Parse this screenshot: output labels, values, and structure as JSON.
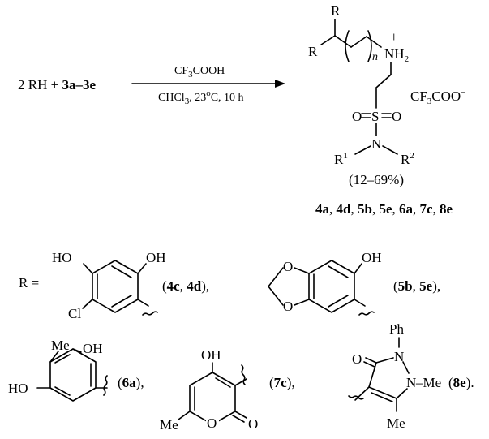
{
  "equation": {
    "reagent_prefix": "2 RH + ",
    "reagent_range": "3a–3e",
    "arrow_top_reagent": "CF",
    "arrow_top_sub": "3",
    "arrow_top_tail": "COOH",
    "arrow_bottom_a": "CHCl",
    "arrow_bottom_sub": "3",
    "arrow_bottom_b": ", 23",
    "arrow_bottom_sup": "o",
    "arrow_bottom_c": "C, 10 h"
  },
  "product": {
    "r_top": "R",
    "r_left": "R",
    "n_label": "n",
    "nh": "NH",
    "nh_sub": "2",
    "plus": "+",
    "counterion_a": "CF",
    "counterion_sub": "3",
    "counterion_b": "COO",
    "counterion_sup": "−",
    "so2_o_left": "O",
    "so2_s": "S",
    "so2_o_right": "O",
    "n_atom": "N",
    "r1": "R",
    "r1_sup": "1",
    "r2": "R",
    "r2_sup": "2",
    "yield": "(12–69%)",
    "compounds": [
      "4a",
      "4d",
      "5b",
      "5e",
      "6a",
      "7c",
      "8e"
    ]
  },
  "substituents": {
    "r_equals": "R =",
    "chlorophenol": {
      "ho": "HO",
      "oh": "OH",
      "cl": "Cl",
      "refs": [
        "4c",
        "4d"
      ],
      "sep": ", ",
      "close": "),"
    },
    "sesamol": {
      "oh": "OH",
      "o_top": "O",
      "o_bottom": "O",
      "refs": [
        "5b",
        "5e"
      ],
      "close": "),"
    },
    "methylresorcinol": {
      "me": "Me",
      "oh": "OH",
      "ho": "HO",
      "ref": "6a",
      "close": "),"
    },
    "pyranone": {
      "oh": "OH",
      "me": "Me",
      "o_ring": "O",
      "o_carbonyl": "O",
      "ref": "7c",
      "close": "),"
    },
    "pyrazolone": {
      "ph": "Ph",
      "n1": "N",
      "n2": "N",
      "n2_me": "–Me",
      "o": "O",
      "me": "Me",
      "ref": "8e",
      "close": ")."
    }
  },
  "colors": {
    "ink": "#000000",
    "background": "#ffffff"
  }
}
